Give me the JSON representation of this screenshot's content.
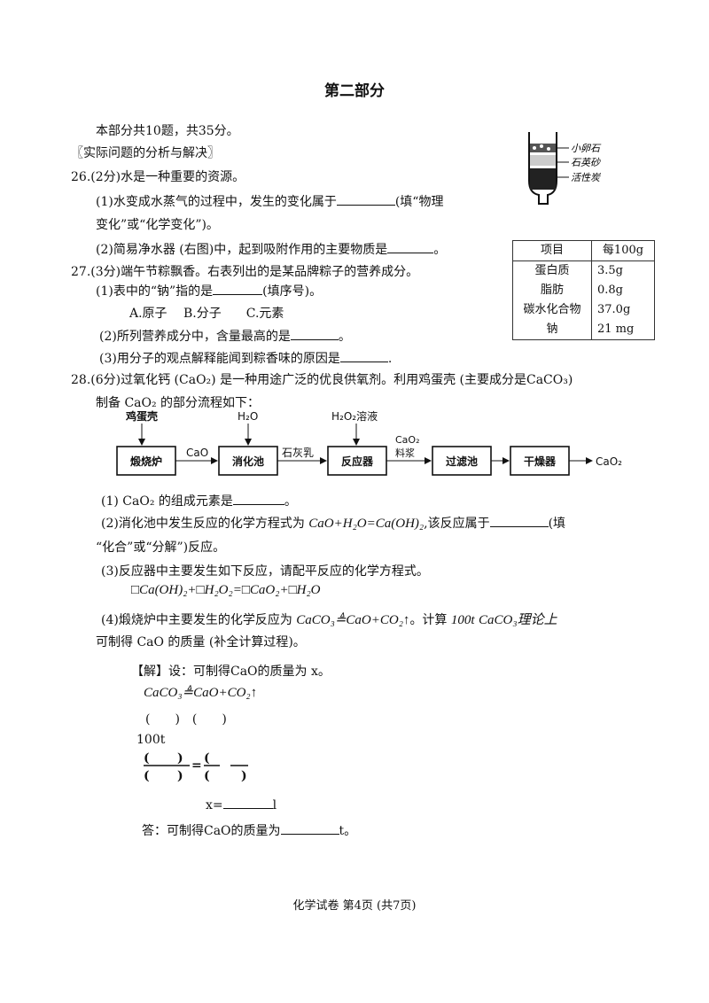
{
  "title": "第二部分",
  "intro": "本部分共10题，共35分。",
  "section": "〖实际问题的分析与解决〗",
  "q26": {
    "stem": "26.(2分)水是一种重要的资源。",
    "p1a": "(1)水变成水蒸气的过程中，发生的变化属于",
    "p1b": "(填“物理",
    "p1c": "变化”或“化学变化”)。",
    "p2": "(2)简易净水器 (右图)中，起到吸附作用的主要物质是",
    "p2end": "。",
    "purifier_labels": [
      "小卵石",
      "石英砂",
      "活性炭"
    ]
  },
  "q27": {
    "stem": "27.(3分)端午节粽飘香。右表列出的是某品牌粽子的营养成分。",
    "p1": "(1)表中的“钠”指的是",
    "p1end": "(填序号)。",
    "options": "A.原子　 B.分子　　C.元素",
    "p2": "(2)所列营养成分中，含量最高的是",
    "p2end": "。",
    "p3": "(3)用分子的观点解释能闻到粽香味的原因是",
    "p3end": ".",
    "table": {
      "headers": [
        "项目",
        "每100g"
      ],
      "rows": [
        [
          "蛋白质",
          "3.5g"
        ],
        [
          "脂肪",
          "0.8g"
        ],
        [
          "碳水化合物",
          "37.0g"
        ],
        [
          "钠",
          "21 mg"
        ]
      ]
    }
  },
  "q28": {
    "stem1": "28.(6分)过氧化钙 (CaO₂) 是一种用途广泛的优良供氧剂。利用鸡蛋壳 (主要成分是CaCO₃)",
    "stem2": "制备 CaO₂ 的部分流程如下：",
    "flow": {
      "boxes": [
        "煅烧炉",
        "消化池",
        "反应器",
        "过滤池",
        "干燥器"
      ],
      "inputs": [
        "鸡蛋壳",
        "H₂O",
        "H₂O₂溶液"
      ],
      "arrow_labels": [
        "CaO",
        "石灰乳",
        "CaO₂\n料浆",
        ""
      ],
      "output": "CaO₂"
    },
    "p1": "(1) CaO₂ 的组成元素是",
    "p1end": "。",
    "p2a": "(2)消化池中发生反应的化学方程式为",
    "p2eq": "CaO+H₂O=Ca(OH)₂",
    "p2b": ",该反应属于",
    "p2c": "(填",
    "p2d": "“化合”或“分解”)反应。",
    "p3": "(3)反应器中主要发生如下反应，请配平反应的化学方程式。",
    "p3eq": "□Ca(OH)₂+□H₂O₂=□CaO₂+□H₂O",
    "p4a": "(4)煅烧炉中主要发生的化学反应为",
    "p4eq": "CaCO₃≜CaO+CO₂↑",
    "p4b": "。计算",
    "p4c": "100t",
    "p4d": "CaCO₃理论上",
    "p4e": "可制得 CaO 的质量 (补全计算过程)。",
    "sol_head": "【解】设：可制得CaO的质量为 x。",
    "sol_eq": "CaCO₃≜CaO+CO₂↑",
    "sol_parens": "(　　)　(　　)",
    "sol_100t": "100t",
    "sol_x": "x=",
    "sol_x_end": "l",
    "answer": "答：可制得CaO的质量为",
    "answer_end": "t。"
  },
  "footer": "化学试卷 第4页 (共7页)"
}
